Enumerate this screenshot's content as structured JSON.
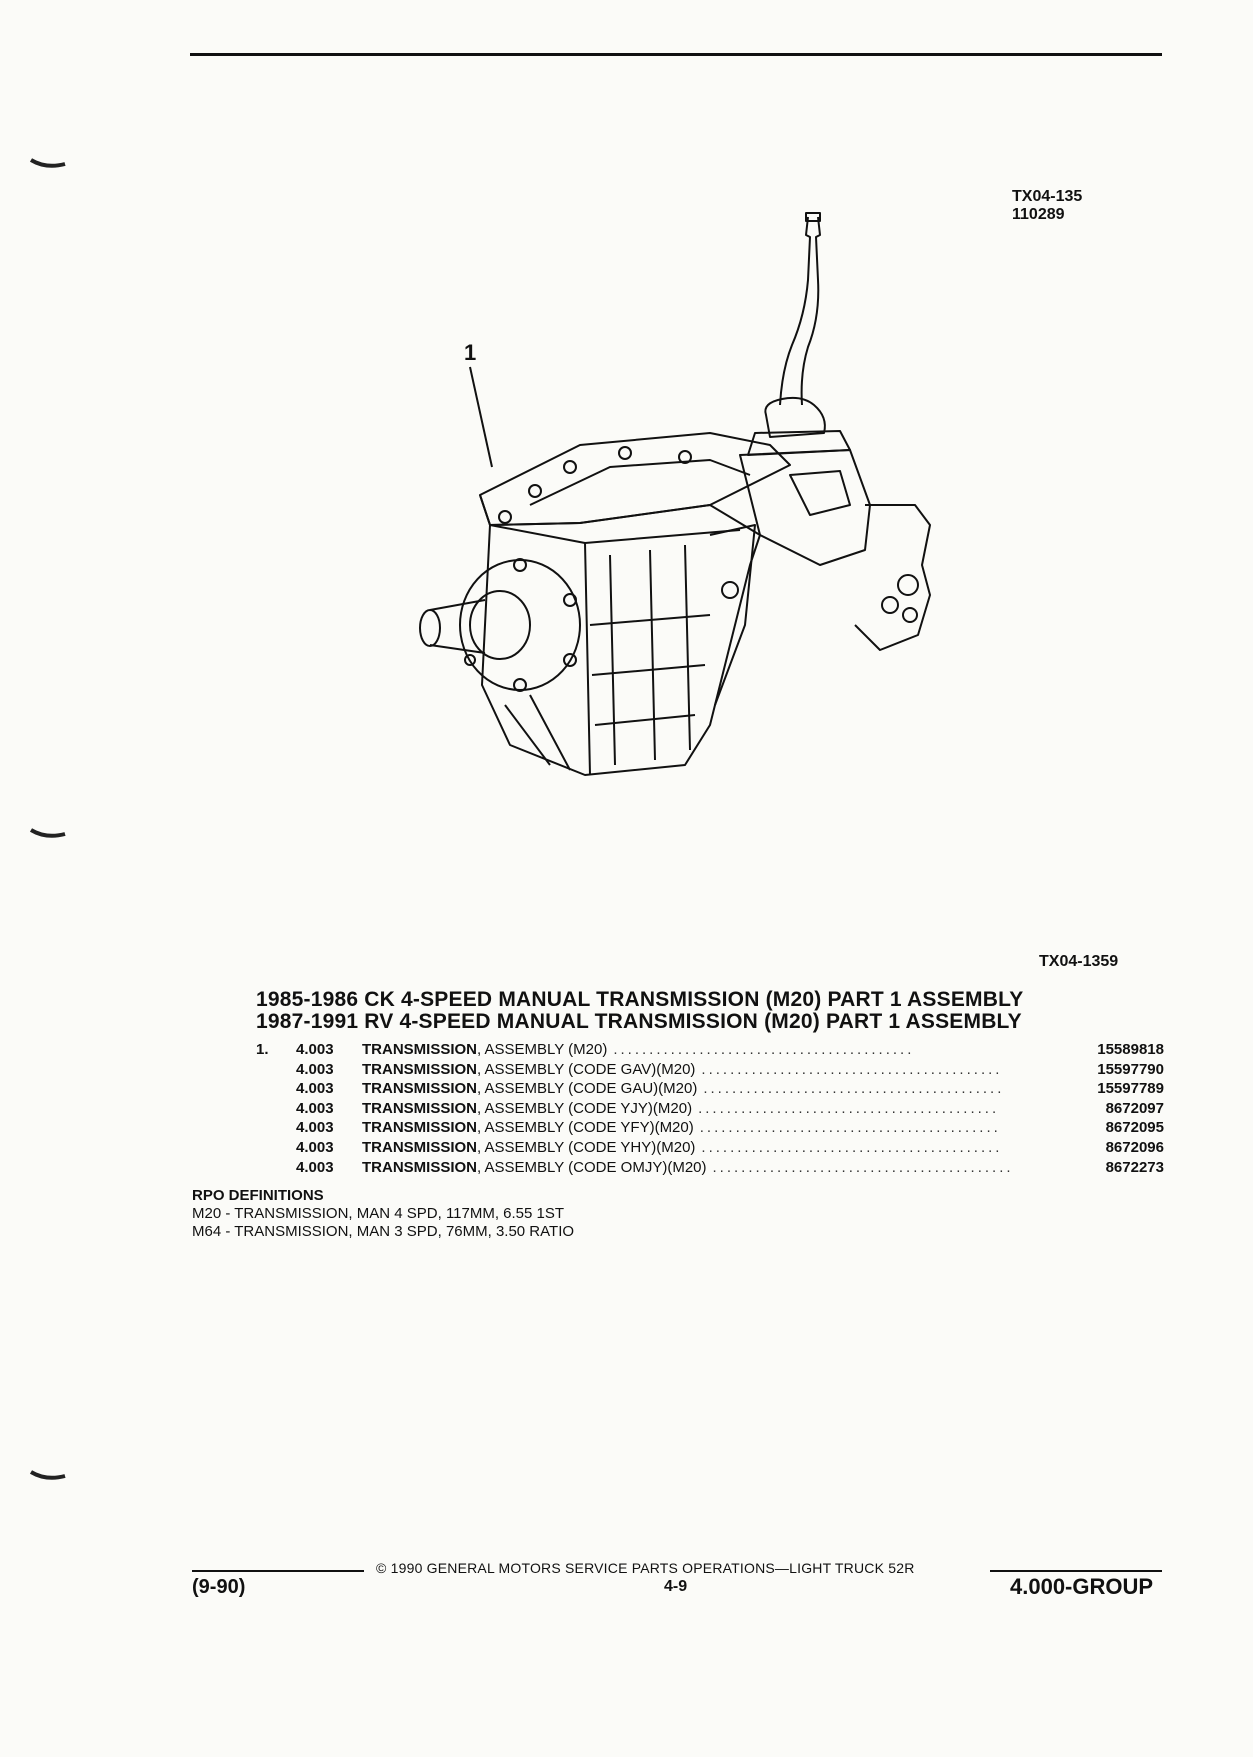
{
  "figure": {
    "ref_top_1": "TX04-135",
    "ref_top_2": "110289",
    "callout": "1",
    "ref_bottom": "TX04-1359"
  },
  "titles": [
    "1985-1986 CK 4-SPEED MANUAL TRANSMISSION (M20) PART 1 ASSEMBLY",
    "1987-1991 RV 4-SPEED MANUAL TRANSMISSION (M20) PART 1 ASSEMBLY"
  ],
  "parts": [
    {
      "index": "1.",
      "group": "4.003",
      "name": "TRANSMISSION",
      "desc": ", ASSEMBLY (M20)",
      "dots": "..........................................",
      "part_no": "15589818"
    },
    {
      "index": "",
      "group": "4.003",
      "name": "TRANSMISSION",
      "desc": ", ASSEMBLY (CODE GAV)(M20)",
      "dots": "..........................................",
      "part_no": "15597790"
    },
    {
      "index": "",
      "group": "4.003",
      "name": "TRANSMISSION",
      "desc": ", ASSEMBLY (CODE GAU)(M20)",
      "dots": "..........................................",
      "part_no": "15597789"
    },
    {
      "index": "",
      "group": "4.003",
      "name": "TRANSMISSION",
      "desc": ", ASSEMBLY (CODE YJY)(M20)",
      "dots": "..........................................",
      "part_no": "8672097"
    },
    {
      "index": "",
      "group": "4.003",
      "name": "TRANSMISSION",
      "desc": ", ASSEMBLY (CODE YFY)(M20)",
      "dots": "..........................................",
      "part_no": "8672095"
    },
    {
      "index": "",
      "group": "4.003",
      "name": "TRANSMISSION",
      "desc": ", ASSEMBLY (CODE YHY)(M20)",
      "dots": "..........................................",
      "part_no": "8672096"
    },
    {
      "index": "",
      "group": "4.003",
      "name": "TRANSMISSION",
      "desc": ", ASSEMBLY (CODE OMJY)(M20)",
      "dots": "..........................................",
      "part_no": "8672273"
    }
  ],
  "rpo": {
    "heading": "RPO DEFINITIONS",
    "lines": [
      "M20 - TRANSMISSION, MAN 4 SPD, 117MM, 6.55 1ST",
      "M64 - TRANSMISSION, MAN 3 SPD, 76MM, 3.50 RATIO"
    ]
  },
  "footer": {
    "copyright": "© 1990 GENERAL MOTORS SERVICE PARTS OPERATIONS—LIGHT TRUCK 52R",
    "date_code": "(9-90)",
    "page": "4-9",
    "group": "4.000-GROUP"
  }
}
